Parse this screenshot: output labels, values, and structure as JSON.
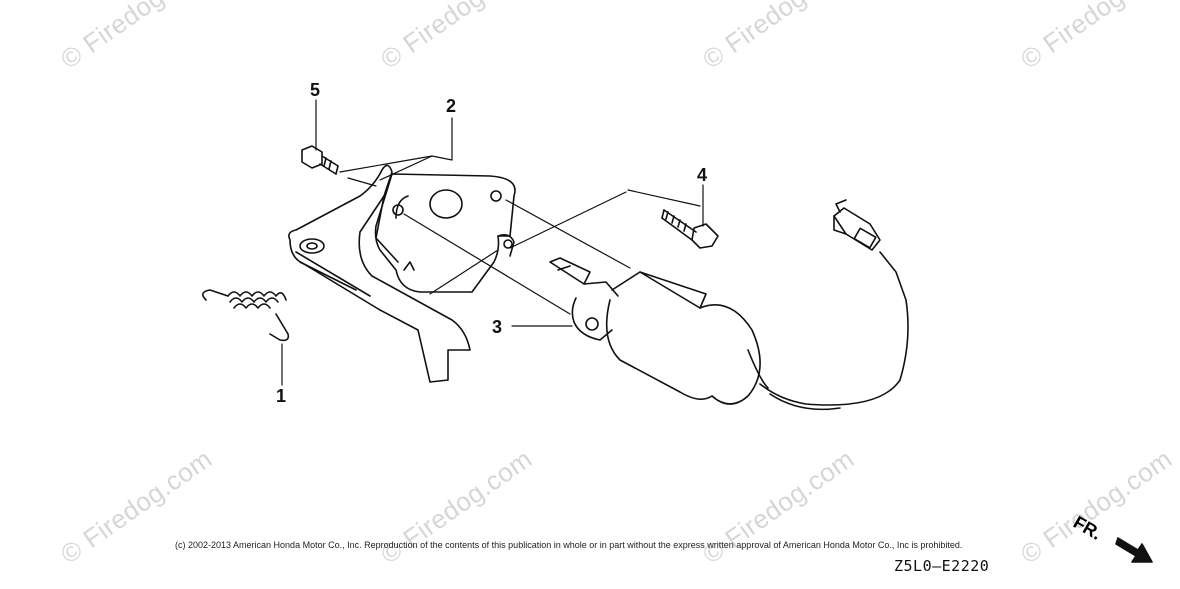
{
  "watermarks": [
    {
      "text": "© Firedog"
    },
    {
      "text": "© Firedog"
    },
    {
      "text": "© Firedog"
    },
    {
      "text": "© Firedog"
    },
    {
      "text": "© Firedog.com"
    },
    {
      "text": "© Firedog.com"
    },
    {
      "text": "© Firedog.com"
    },
    {
      "text": "© Firedog.com"
    }
  ],
  "callouts": [
    {
      "label": "1"
    },
    {
      "label": "2"
    },
    {
      "label": "3"
    },
    {
      "label": "4"
    },
    {
      "label": "5"
    }
  ],
  "copyright": "(c) 2002-2013 American Honda Motor Co., Inc. Reproduction of the contents of this publication in whole or in part without the express written approval of American Honda Motor Co., Inc is prohibited.",
  "diagram_code": "Z5L0—E2220",
  "direction_label": "FR."
}
